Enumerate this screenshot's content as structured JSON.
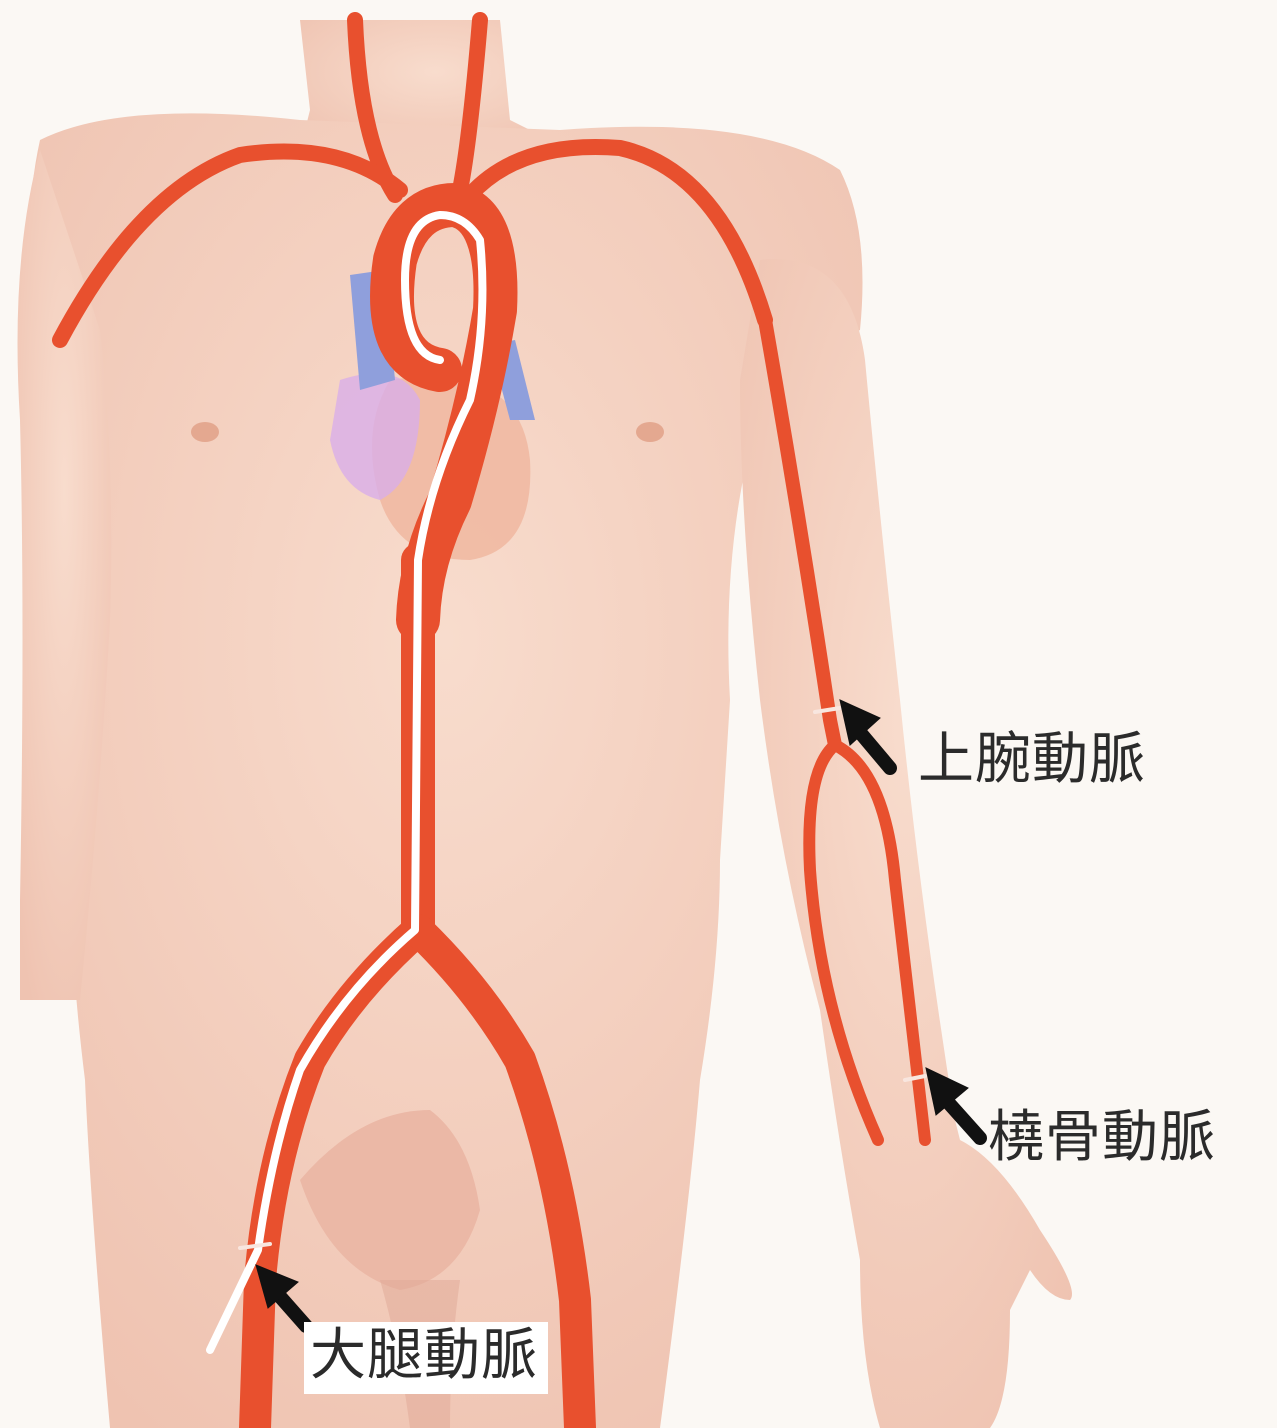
{
  "labels": {
    "brachial": "上腕動脈",
    "radial": "橈骨動脈",
    "femoral": "大腿動脈"
  },
  "colors": {
    "background": "#fbf8f4",
    "skin": "#f4cfc0",
    "skin_shadow": "#e7b3a1",
    "artery": "#e8502e",
    "artery_dark": "#c83a1e",
    "catheter": "#ffffff",
    "vein_blue": "#8f9fdc",
    "heart_violet": "#d9aee8",
    "arrow": "#111111"
  },
  "icons": {
    "arrow": "arrow-pointer-icon"
  }
}
